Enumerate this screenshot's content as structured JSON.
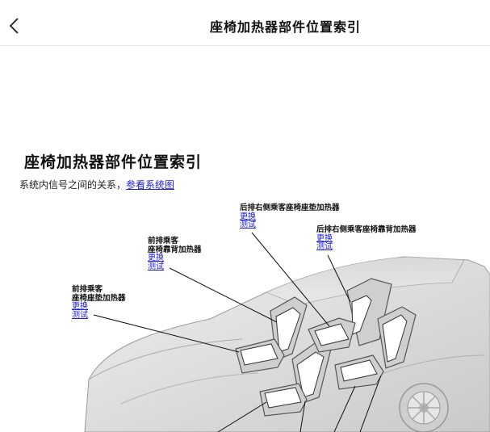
{
  "header": {
    "title": "座椅加热器部件位置索引",
    "back_icon": "chevron-left-icon"
  },
  "main": {
    "heading": "座椅加热器部件位置索引",
    "intro_text": "系统内信号之间的关系，",
    "intro_link": "参看系统图"
  },
  "callouts": [
    {
      "line1": "后排右侧乘客座椅座垫加热器",
      "line2": "",
      "replace": "更换",
      "test": "测试"
    },
    {
      "line1": "后排右侧乘客座椅靠背加热器",
      "line2": "",
      "replace": "更换",
      "test": "测试"
    },
    {
      "line1": "前排乘客",
      "line2": "座椅靠背加热器",
      "replace": "更换",
      "test": "测试"
    },
    {
      "line1": "前排乘客",
      "line2": "座椅座垫加热器",
      "replace": "更换",
      "test": "测试"
    }
  ]
}
